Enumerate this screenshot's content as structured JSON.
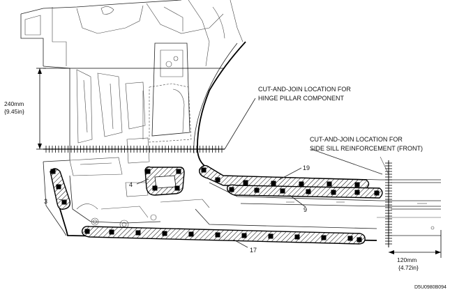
{
  "labels": {
    "hinge_pillar_line1": "CUT-AND-JOIN LOCATION FOR",
    "hinge_pillar_line2": "HINGE PILLAR COMPONENT",
    "side_sill_line1": "CUT-AND-JOIN LOCATION FOR",
    "side_sill_line2": "SIDE SILL REINFORCEMENT (FRONT)"
  },
  "dimensions": {
    "vertical_mm": "240mm",
    "vertical_in": "{9.45in}",
    "horizontal_mm": "120mm",
    "horizontal_in": "{4.72in}"
  },
  "callouts": {
    "part_3": "3",
    "part_4": "4",
    "part_9": "9",
    "part_17": "17",
    "part_19": "19"
  },
  "figure_code": "D5U0980B094"
}
